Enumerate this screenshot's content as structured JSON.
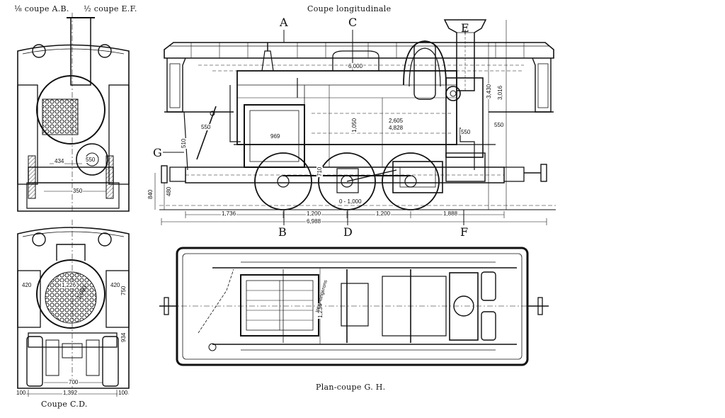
{
  "titles": {
    "top_left_1": "⅛ coupe A.B.",
    "top_left_2": "½ coupe E.F.",
    "longitudinal": "Coupe longitudinale",
    "plan": "Plan-coupe G. H.",
    "section_cd": "Coupe C.D."
  },
  "section_letters": {
    "a": "A",
    "b": "B",
    "c": "C",
    "d": "D",
    "e": "E",
    "f": "F",
    "g": "G"
  },
  "dimensions": {
    "side": {
      "d6000": "6,000",
      "d550a": "550",
      "d969": "969",
      "d1050": "1,050",
      "d2605": "2,605",
      "d4828": "4,828",
      "d550b": "550",
      "d550c": "550",
      "d3430": "3,430",
      "d3016": "3,016",
      "d710": "710",
      "d840": "840",
      "d480": "480",
      "d510": "510",
      "d1736": "1,736",
      "d1200a": "1,200",
      "d1000": "0 - 1,000",
      "d1200b": "1,200",
      "d1888": "1,888",
      "d6988": "6,988"
    },
    "front_ab": {
      "d434": "434",
      "d550": "550",
      "d350": "350"
    },
    "front_cd": {
      "d420a": "420",
      "d420b": "420",
      "d1226": "1,226",
      "d1050": "1,050",
      "d750": "750",
      "d934": "934",
      "d700": "700",
      "d100a": "100",
      "d1392": "1,392",
      "d100b": "100"
    },
    "plan": {
      "d1234": "1,234",
      "inner": "Intra-longerons"
    }
  }
}
